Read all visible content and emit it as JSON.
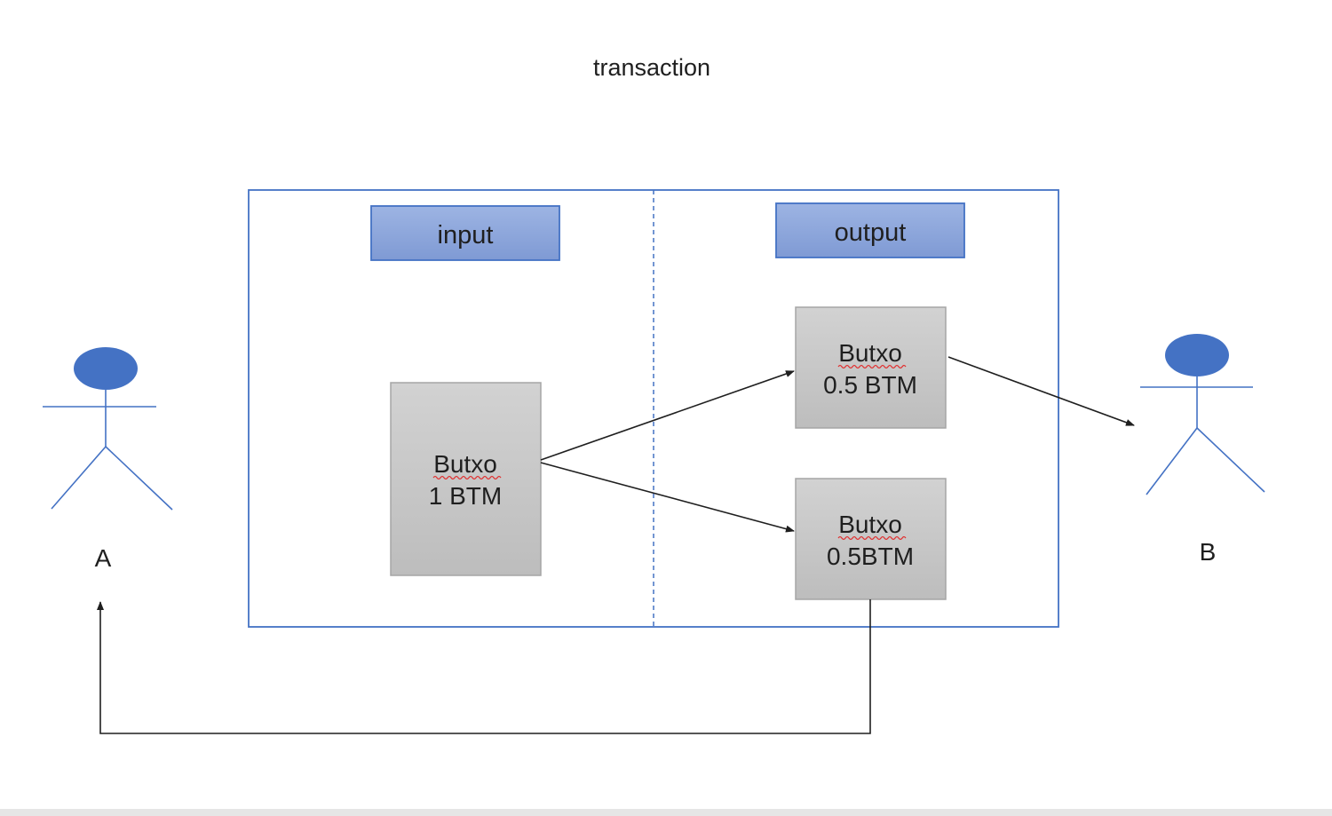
{
  "diagram": {
    "title": "transaction",
    "input_section": {
      "label": "input",
      "utxo": {
        "name": "Butxo",
        "amount": "1 BTM"
      }
    },
    "output_section": {
      "label": "output",
      "utxos": [
        {
          "name": "Butxo",
          "amount": "0.5 BTM"
        },
        {
          "name": "Butxo",
          "amount": "0.5BTM"
        }
      ]
    },
    "actors": {
      "sender": {
        "label": "A"
      },
      "receiver": {
        "label": "B"
      }
    }
  },
  "colors": {
    "frame_border": "#4472c4",
    "header_fill": "#8faadc",
    "header_border": "#4472c4",
    "utxo_fill": "#c9c9c9",
    "utxo_border": "#a5a5a5",
    "actor": "#4472c4",
    "actor_head": "#4472c4",
    "arrow": "#1f1f1f",
    "spellcheck_underline": "#e03030"
  }
}
